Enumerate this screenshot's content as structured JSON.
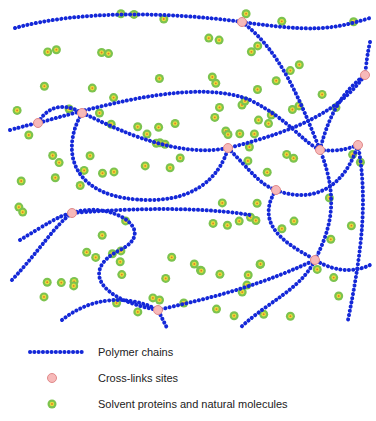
{
  "diagram": {
    "legend": [
      {
        "text": "Polymer chains"
      },
      {
        "text": "Cross-links sites"
      },
      {
        "text": "Solvent proteins and natural molecules"
      }
    ]
  }
}
